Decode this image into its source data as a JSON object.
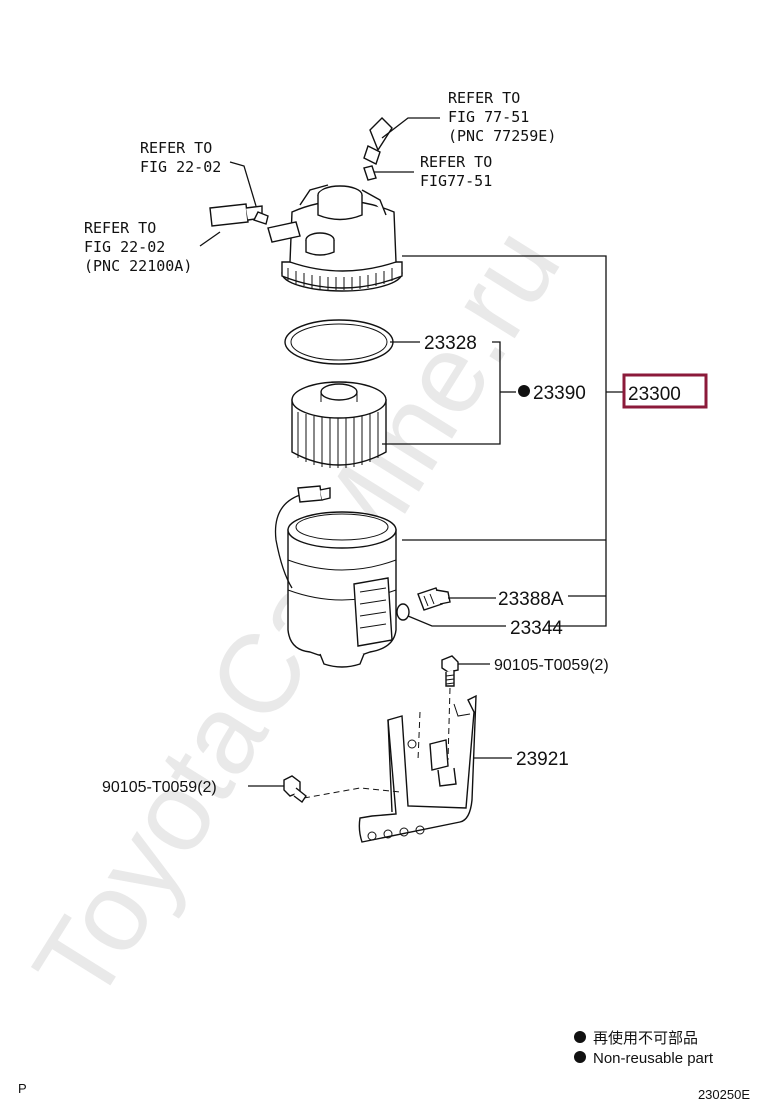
{
  "watermark": "ToyotaCarMine.ru",
  "references": {
    "ref_top_right": [
      "REFER TO",
      "FIG 77-51",
      "(PNC 77259E)"
    ],
    "ref_mid_right": [
      "REFER TO",
      "FIG77-51"
    ],
    "ref_top_left": [
      "REFER TO",
      "FIG 22-02"
    ],
    "ref_left": [
      "REFER TO",
      "FIG 22-02",
      "(PNC 22100A)"
    ]
  },
  "parts": {
    "p23328": "23328",
    "p23390": "23390",
    "p23300": "23300",
    "p23388A": "23388A",
    "p23344": "23344",
    "p90105_top": "90105-T0059(2)",
    "p23921": "23921",
    "p90105_left": "90105-T0059(2)"
  },
  "legend": {
    "line_jp": "再使用不可部品",
    "line_en": "Non-reusable part"
  },
  "corner": {
    "left": "P",
    "right": "230250E"
  },
  "colors": {
    "highlight_box": "#8b1a3a",
    "ink": "#111111",
    "watermark": "#e9e9e9"
  }
}
